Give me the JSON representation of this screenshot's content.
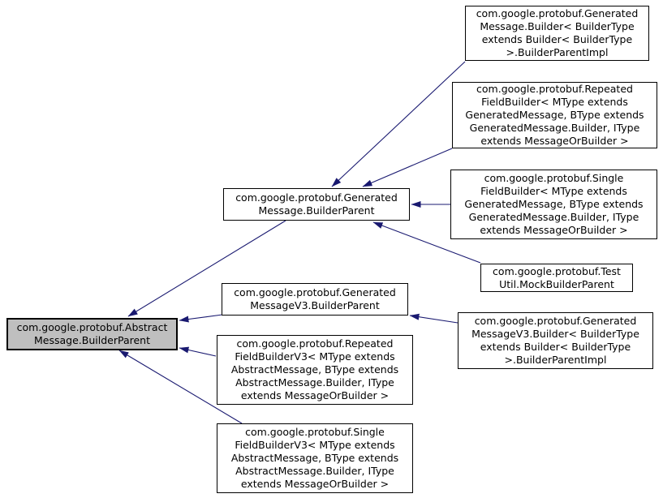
{
  "diagram": {
    "type": "class-inheritance-graph",
    "colors": {
      "edge": "#191970",
      "node_fill": "#ffffff",
      "current_node_fill": "#bfbfbf",
      "border": "#000000",
      "text": "#000000",
      "background": "#ffffff"
    },
    "nodes": {
      "abstract_parent": {
        "label": "com.google.protobuf.Abstract\nMessage.BuilderParent",
        "current": true
      },
      "gm_parent": {
        "label": "com.google.protobuf.Generated\nMessage.BuilderParent"
      },
      "gmv3_parent": {
        "label": "com.google.protobuf.Generated\nMessageV3.BuilderParent"
      },
      "repeated_v3": {
        "label": "com.google.protobuf.Repeated\nFieldBuilderV3< MType extends\nAbstractMessage, BType extends\nAbstractMessage.Builder, IType\nextends MessageOrBuilder >"
      },
      "single_v3": {
        "label": "com.google.protobuf.Single\nFieldBuilderV3< MType extends\nAbstractMessage, BType extends\nAbstractMessage.Builder, IType\nextends MessageOrBuilder >"
      },
      "gm_builder": {
        "label": "com.google.protobuf.Generated\nMessage.Builder< BuilderType\nextends Builder< BuilderType\n>.BuilderParentImpl"
      },
      "repeated_builder": {
        "label": "com.google.protobuf.Repeated\nFieldBuilder< MType extends\nGeneratedMessage, BType extends\nGeneratedMessage.Builder, IType\nextends MessageOrBuilder >"
      },
      "single_builder": {
        "label": "com.google.protobuf.Single\nFieldBuilder< MType extends\nGeneratedMessage, BType extends\nGeneratedMessage.Builder, IType\nextends MessageOrBuilder >"
      },
      "test_util": {
        "label": "com.google.protobuf.Test\nUtil.MockBuilderParent"
      },
      "gmv3_builder": {
        "label": "com.google.protobuf.Generated\nMessageV3.Builder< BuilderType\nextends Builder< BuilderType\n>.BuilderParentImpl"
      }
    },
    "edges": [
      {
        "from": "gm_builder",
        "to": "gm_parent"
      },
      {
        "from": "repeated_builder",
        "to": "gm_parent"
      },
      {
        "from": "single_builder",
        "to": "gm_parent"
      },
      {
        "from": "test_util",
        "to": "gm_parent"
      },
      {
        "from": "gm_parent",
        "to": "abstract_parent"
      },
      {
        "from": "gmv3_parent",
        "to": "abstract_parent"
      },
      {
        "from": "gmv3_builder",
        "to": "gmv3_parent"
      },
      {
        "from": "repeated_v3",
        "to": "abstract_parent"
      },
      {
        "from": "single_v3",
        "to": "abstract_parent"
      }
    ]
  }
}
